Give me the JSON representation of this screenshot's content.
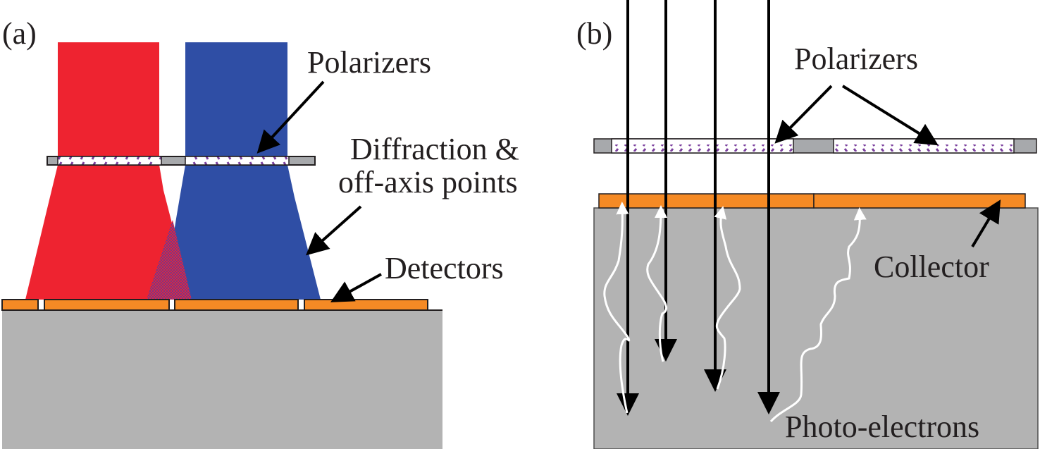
{
  "panels": [
    {
      "id": "a",
      "label": "(a)",
      "annotations": {
        "polarizers": "Polarizers",
        "diffraction_line1": "Diffraction &",
        "diffraction_line2": "off-axis points",
        "detectors": "Detectors"
      },
      "beams": [
        {
          "name": "red-beam",
          "color": "#ee2330"
        },
        {
          "name": "blue-beam",
          "color": "#2f4ea5"
        }
      ]
    },
    {
      "id": "b",
      "label": "(b)",
      "annotations": {
        "polarizers": "Polarizers",
        "collector": "Collector",
        "photo_electrons": "Photo-electrons"
      }
    }
  ],
  "colors": {
    "substrate": "#b3b3b3",
    "detector": "#f58a25",
    "frame": "#a7a9ac",
    "polarizer_stripe": "#7a3f9d",
    "red_beam": "#ee2330",
    "blue_beam": "#2f4ea5",
    "overlap": "#b8306b",
    "arrow": "#000000",
    "electron_path": "#ffffff"
  }
}
